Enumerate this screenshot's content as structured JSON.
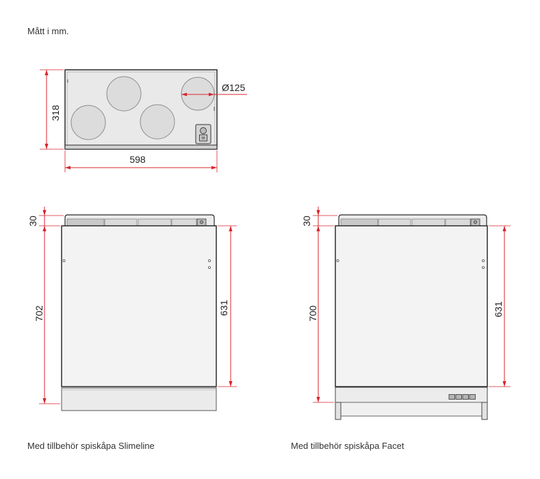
{
  "note": "Mått i mm.",
  "top_view": {
    "depth_label": "318",
    "width_label": "598",
    "diameter_label": "Ø125"
  },
  "slimeline": {
    "top_label": "30",
    "height_label": "702",
    "body_label": "631",
    "caption": "Med tillbehör spiskåpa Slimeline"
  },
  "facet": {
    "top_label": "30",
    "height_label": "700",
    "body_label": "631",
    "caption": "Med tillbehör spiskåpa Facet"
  },
  "colors": {
    "dimension_line": "#d9232d",
    "outline": "#2b2b2b",
    "housing_fill": "#f3f3f3",
    "duct_fill": "#dcdcdc"
  }
}
